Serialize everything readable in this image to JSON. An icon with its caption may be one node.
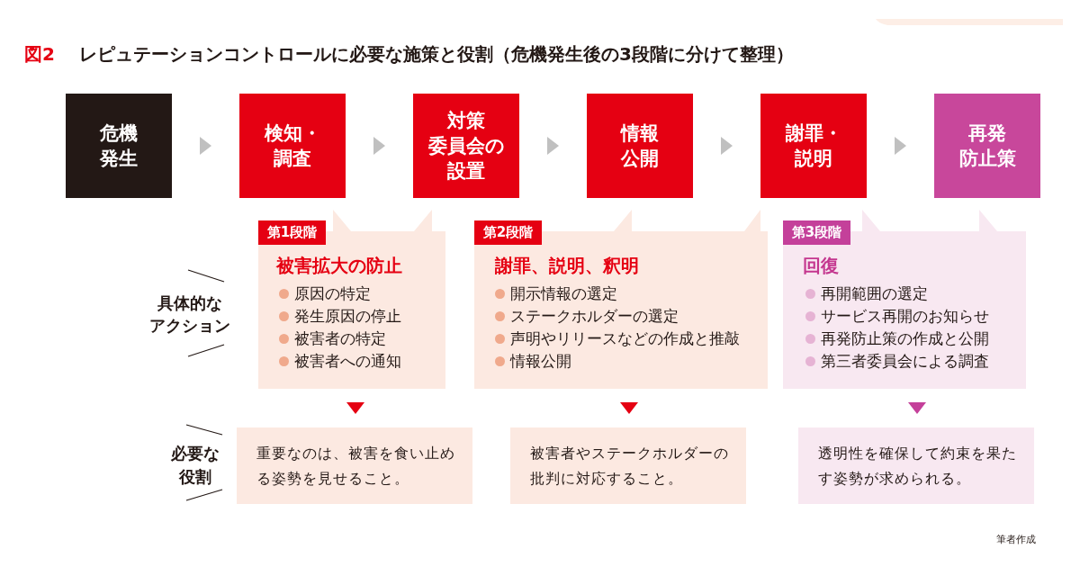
{
  "diagram": {
    "title": "レピュテーションコントロールに必要な施策と役割（危機発生後の3段階に分けて整理）",
    "nodes": [
      {
        "text": [
          "危機発生"
        ]
      },
      {
        "text": [
          "検知・調査"
        ]
      },
      {
        "text": [
          "対策委員会の設置"
        ]
      },
      {
        "text": [
          "情報公開"
        ]
      },
      {
        "text": [
          "謝罪・説明"
        ]
      },
      {
        "text": [
          "再発防止策"
        ]
      },
      {
        "text": [
          "被害拡大の防止",
          "原因の特定",
          "発生原因の停止",
          "被害者の特定",
          "被害者への通知"
        ]
      },
      {
        "text": [
          "第1段階"
        ],
        "in": 6
      },
      {
        "text": [
          "謝罪、説明、釈明",
          "開示情報の選定",
          "ステークホルダーの選定",
          "声明やリリースなどの作成と推敲",
          "情報公開"
        ]
      },
      {
        "text": [
          "第2段階"
        ],
        "in": 8
      },
      {
        "text": [
          "回復",
          "再開範囲の選定",
          "サービス再開のお知らせ",
          "再発防止策の作成と公開",
          "第三者委員会による調査"
        ]
      },
      {
        "text": [
          "第3段階"
        ],
        "in": 10
      },
      {
        "text": [
          "重要なのは、被害を食い止める姿勢を見せること。"
        ]
      },
      {
        "text": [
          "被害者やステークホルダーの批判に対応すること。"
        ]
      },
      {
        "text": [
          "透明性を確保して約束を果たす姿勢が求められる。"
        ]
      }
    ],
    "edges": [
      {
        "from": 0,
        "to": 1,
        "arrow": "to"
      },
      {
        "from": 1,
        "to": 2,
        "arrow": "to"
      },
      {
        "from": 2,
        "to": 3,
        "arrow": "to"
      },
      {
        "from": 3,
        "to": 4,
        "arrow": "to"
      },
      {
        "from": 4,
        "to": 5,
        "arrow": "to"
      },
      {
        "from": 6,
        "to": 12,
        "arrow": "to",
        "color": "#e50012"
      },
      {
        "from": 8,
        "to": 13,
        "arrow": "to",
        "color": "#e50012"
      },
      {
        "from": 10,
        "to": 14,
        "arrow": "to",
        "color": "#c4409a"
      }
    ],
    "labels": [
      "図2",
      "具体的なアクション",
      "必要な役割",
      "筆者作成"
    ]
  }
}
